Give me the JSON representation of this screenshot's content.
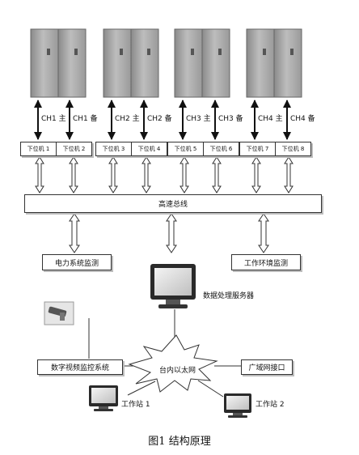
{
  "transmitters": [
    {
      "main": "CH1 主",
      "backup": "CH1 备"
    },
    {
      "main": "CH2 主",
      "backup": "CH2 备"
    },
    {
      "main": "CH3 主",
      "backup": "CH3 备"
    },
    {
      "main": "CH4 主",
      "backup": "CH4 备"
    }
  ],
  "lower_machines": [
    "下位机 1",
    "下位机 2",
    "下位机 3",
    "下位机 4",
    "下位机 5",
    "下位机 6",
    "下位机 7",
    "下位机 8"
  ],
  "bus_label": "高速总线",
  "power_monitor": "电力系统监测",
  "env_monitor": "工作环境监测",
  "server_label": "数据处理服务器",
  "video_system": "数字视频监控系统",
  "lan_label": "台内以太网",
  "wan_label": "广域网接口",
  "workstation1": "工作站 1",
  "workstation2": "工作站 2",
  "caption": "图1   结构原理"
}
